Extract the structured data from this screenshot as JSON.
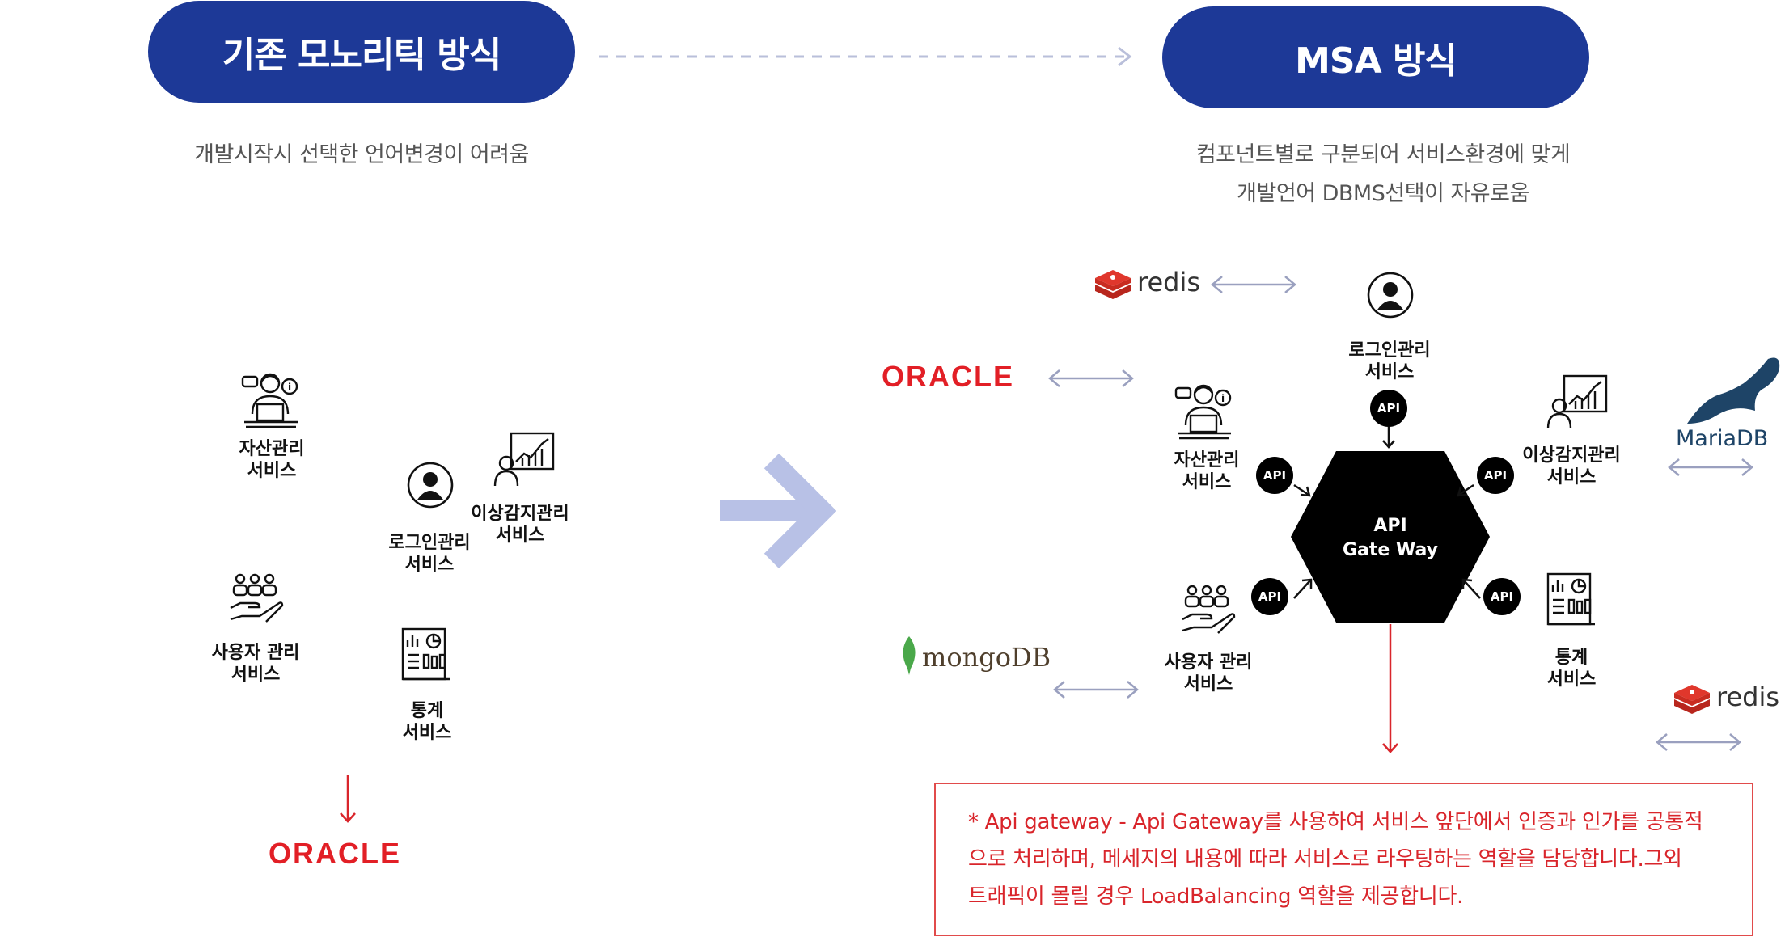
{
  "monolith": {
    "title": "기존 모노리틱 방식",
    "desc": "개발시작시 선택한 언어변경이 어려움",
    "services": [
      {
        "line1": "자산관리",
        "line2": "서비스"
      },
      {
        "line1": "이상감지관리",
        "line2": "서비스"
      },
      {
        "line1": "로그인관리",
        "line2": "서비스"
      },
      {
        "line1": "사용자 관리",
        "line2": "서비스"
      },
      {
        "line1": "통계",
        "line2": "서비스"
      }
    ],
    "db": "ORACLE"
  },
  "msa": {
    "title": "MSA 방식",
    "desc_line1": "컴포넌트별로 구분되어 서비스환경에 맞게",
    "desc_line2": "개발언어 DBMS선택이 자유로움",
    "gateway_line1": "API",
    "gateway_line2": "Gate Way",
    "api_badge": "API",
    "services": [
      {
        "line1": "로그인관리",
        "line2": "서비스"
      },
      {
        "line1": "자산관리",
        "line2": "서비스"
      },
      {
        "line1": "이상감지관리",
        "line2": "서비스"
      },
      {
        "line1": "사용자 관리",
        "line2": "서비스"
      },
      {
        "line1": "통계",
        "line2": "서비스"
      }
    ],
    "dbs": {
      "redis_top": "redis",
      "oracle": "ORACLE",
      "mongodb": "mongoDB",
      "mariadb": "MariaDB",
      "redis_bottom": "redis"
    }
  },
  "note": {
    "line1": "* Api gateway - Api Gateway를 사용하여 서비스 앞단에서 인증과 인가를 공통적",
    "line2": "으로 처리하며, 메세지의 내용에 따라 서비스로 라우팅하는 역할을 담당합니다.그외",
    "line3": "트래픽이 몰릴 경우 LoadBalancing 역할을 제공합니다."
  },
  "colors": {
    "pill": "#1d3997",
    "arrow_big": "#b8c1e6",
    "connector": "#9aa0bf",
    "red": "#d9252b",
    "oracle": "#e21f26",
    "redis": "#d82c20",
    "mongodb_leaf": "#4aa84a",
    "mariadb": "#1e4467"
  }
}
